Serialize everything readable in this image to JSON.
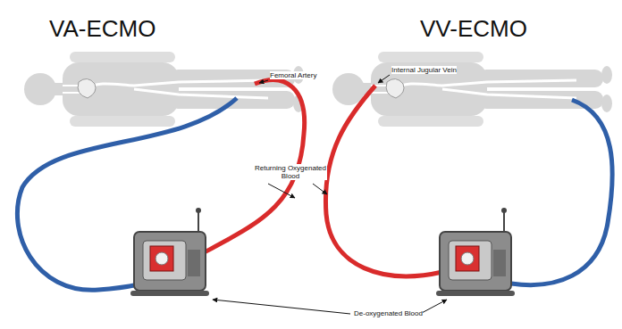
{
  "diagram": {
    "labels": [
      "VA-ECMO",
      "VV-ECMO",
      "Femoral Artery",
      "Internal Jugular Vein",
      "Returning Oxygenated Blood",
      "De-oxygenated Blood"
    ]
  }
}
